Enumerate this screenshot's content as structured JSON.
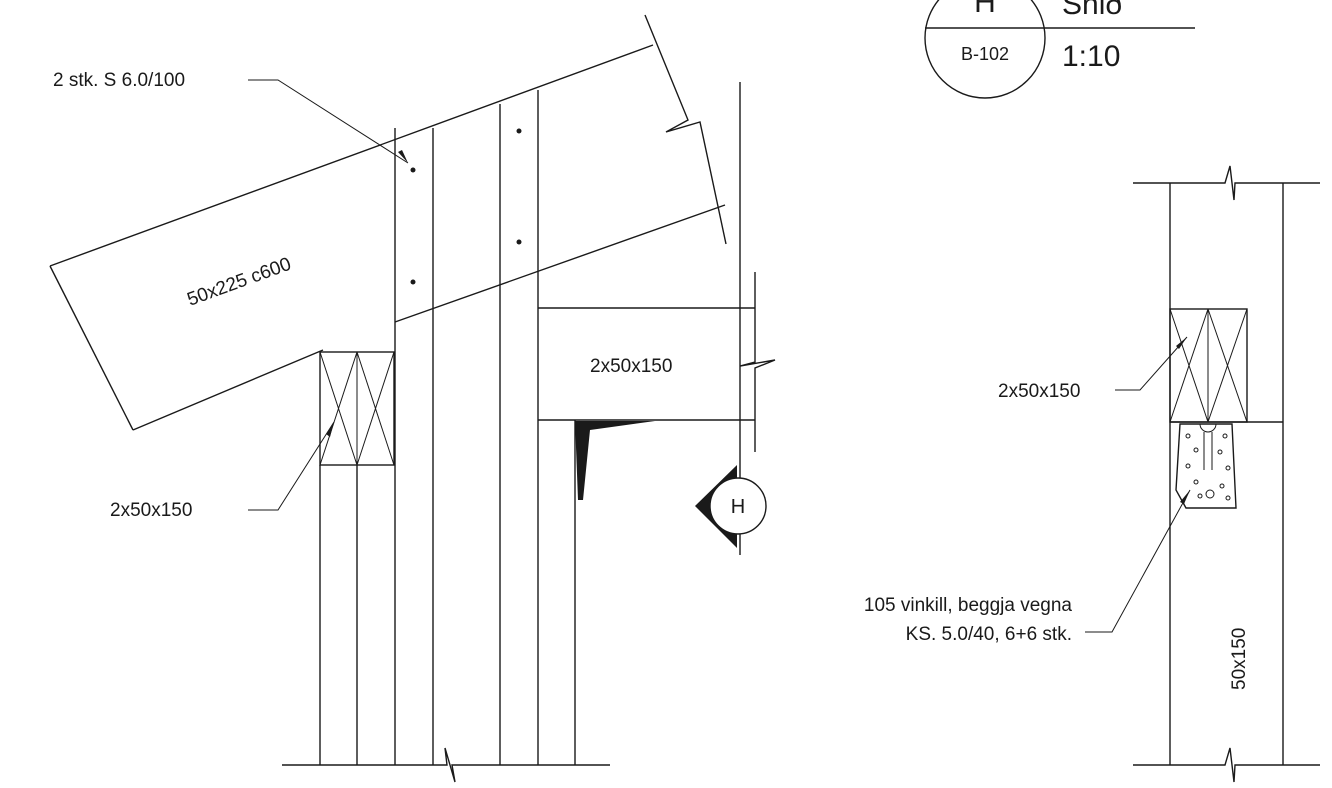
{
  "title_block": {
    "detail_letter": "H",
    "title": "Snið",
    "sheet_ref": "B-102",
    "scale": "1:10"
  },
  "section_marker": {
    "letter": "H"
  },
  "labels": {
    "screws": "2 stk. S 6.0/100",
    "rafter": "50x225 c600",
    "beam": "2x50x150",
    "wall_plate_left": "2x50x150",
    "wall_plate_right": "2x50x150",
    "bracket_line1": "105 vinkill, beggja vegna",
    "bracket_line2": "KS. 5.0/40, 6+6 stk.",
    "stud": "50x150"
  }
}
